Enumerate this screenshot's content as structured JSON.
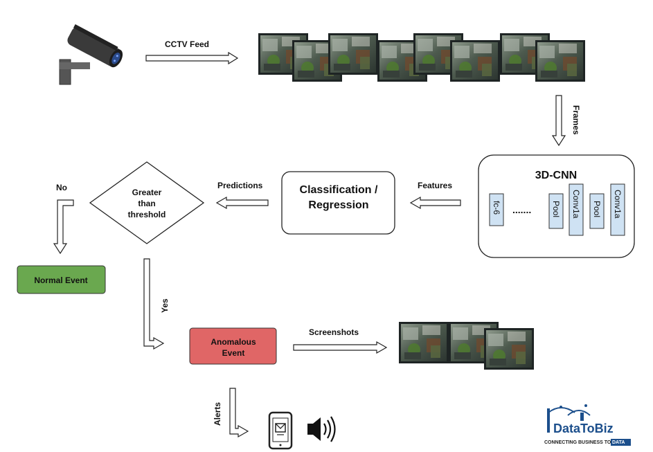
{
  "labels": {
    "cctv_feed": "CCTV Feed",
    "frames": "Frames",
    "cnn_title": "3D-CNN",
    "fc6": "fc-6",
    "dots": ".......",
    "pool": "Pool",
    "conv1a": "Conv1a",
    "features": "Features",
    "classification_line1": "Classification /",
    "classification_line2": "Regression",
    "predictions": "Predictions",
    "decision_line1": "Greater",
    "decision_line2": "than",
    "decision_line3": "threshold",
    "no": "No",
    "yes": "Yes",
    "normal_event": "Normal Event",
    "anomalous_line1": "Anomalous",
    "anomalous_line2": "Event",
    "screenshots": "Screenshots",
    "alerts": "Alerts"
  },
  "logo": {
    "brand": "DataToBiz",
    "tagline_a": "CONNECTING BUSINESS TO ",
    "tagline_b": "DATA"
  },
  "colors": {
    "normal_event": "#6aa84f",
    "anomalous_event": "#e06666",
    "cnn_layer": "#cfe2f3",
    "frame_dark": "#2f3a3a",
    "logo_blue": "#1c4f8c"
  },
  "icons": [
    "cctv-camera-icon",
    "mobile-phone-icon",
    "speaker-icon",
    "datatobiz-logo"
  ]
}
